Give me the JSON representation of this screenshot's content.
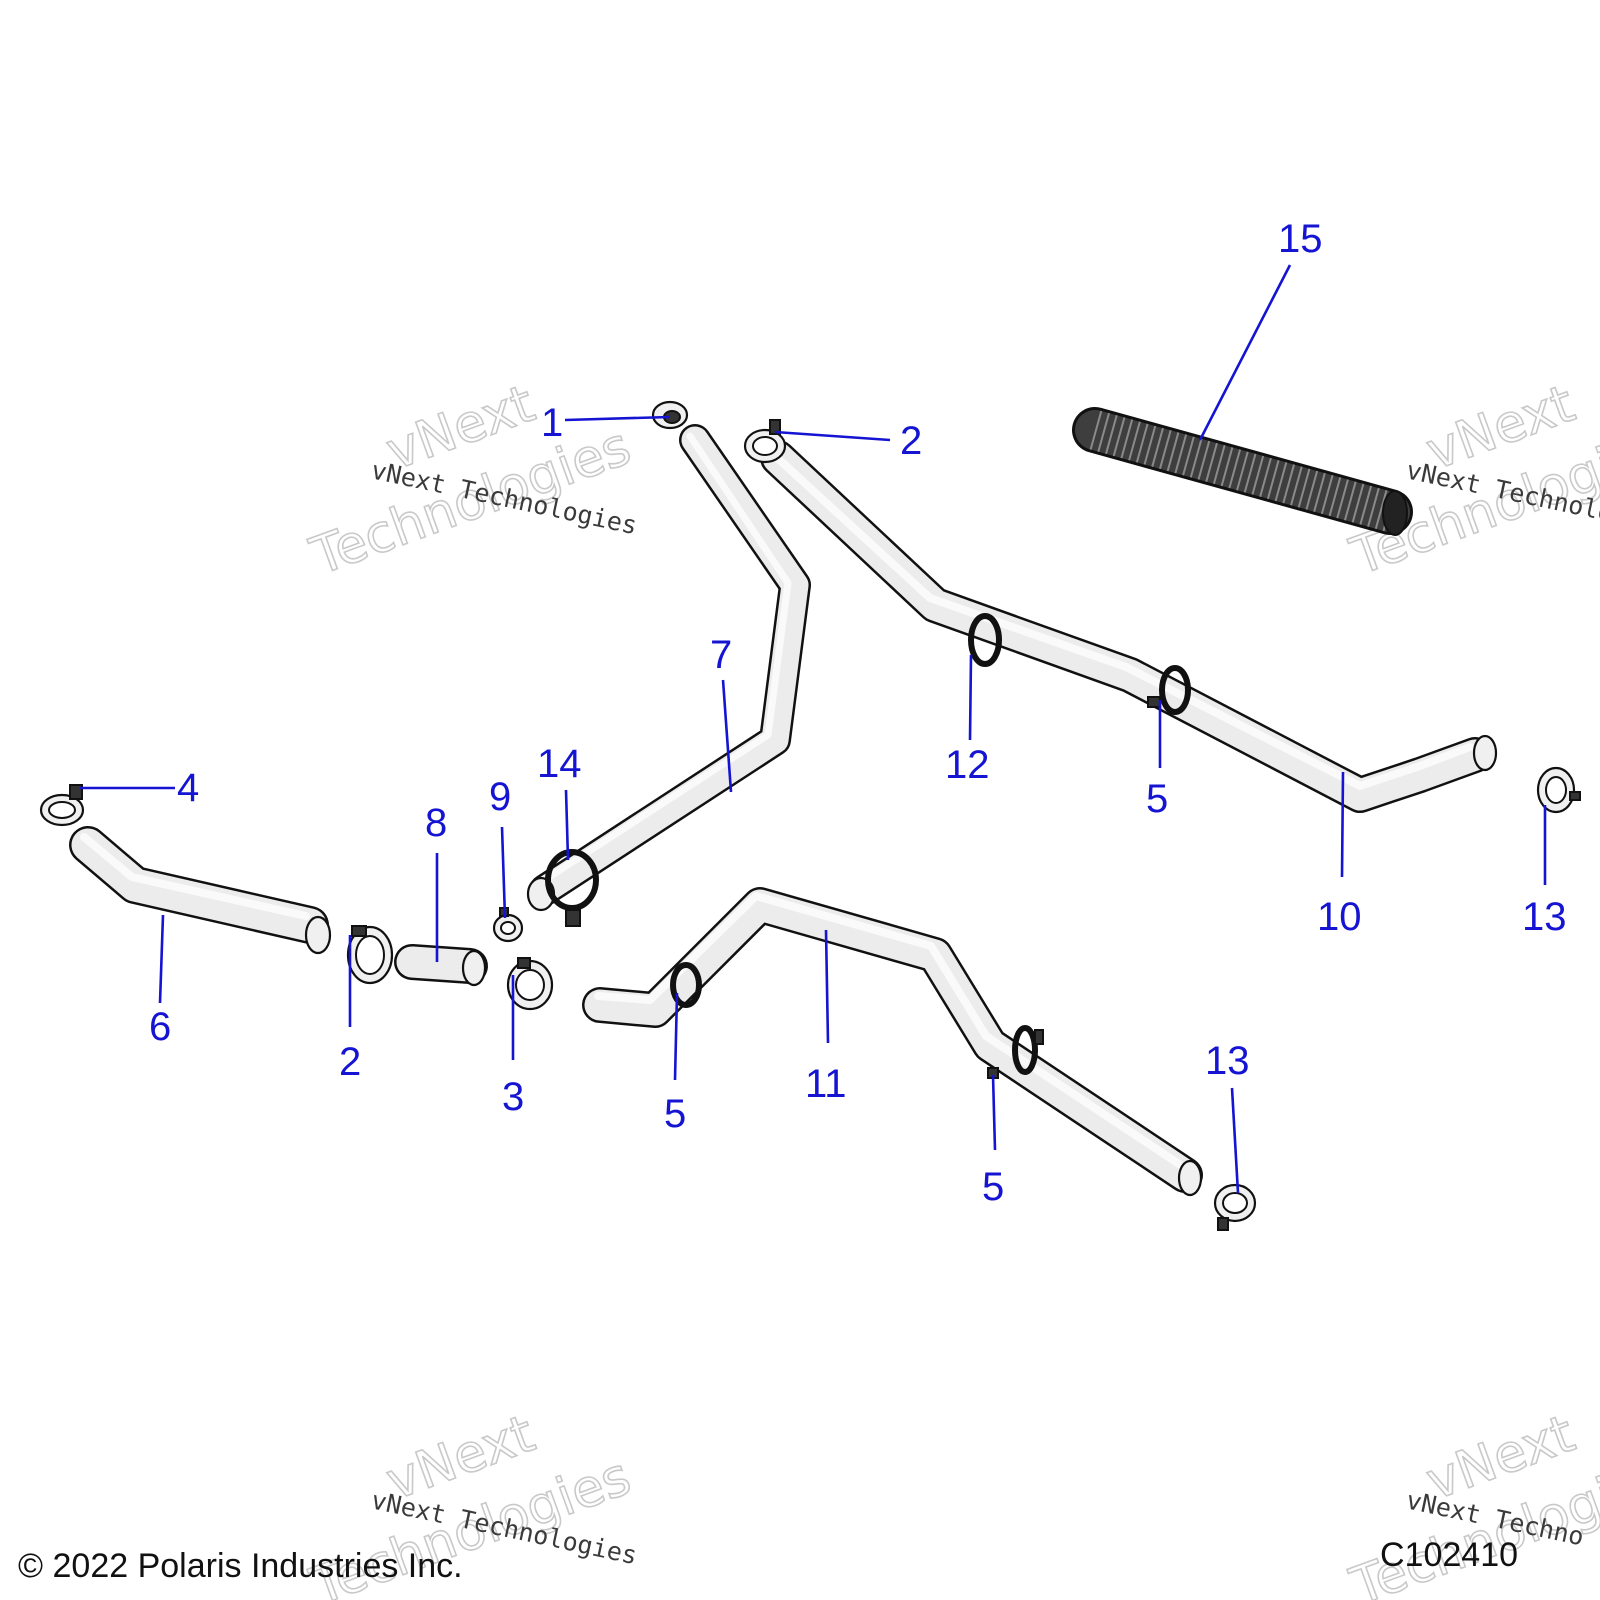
{
  "callouts": [
    "1",
    "2",
    "2",
    "3",
    "4",
    "5",
    "5",
    "5",
    "6",
    "7",
    "8",
    "9",
    "10",
    "11",
    "12",
    "13",
    "13",
    "14",
    "15"
  ],
  "watermark": {
    "big_line1": "vNext",
    "big_line2": "Technologies",
    "small": "vNext Technologies",
    "small_cut": "vNext Technolo",
    "small_cut2": "vNext Techno"
  },
  "footer": {
    "copyright": "© 2022 Polaris Industries Inc.",
    "figure_id": "C102410"
  },
  "colors": {
    "callout": "#1414d2",
    "lines": "#111111",
    "part_fill": "#f0f0f0"
  }
}
